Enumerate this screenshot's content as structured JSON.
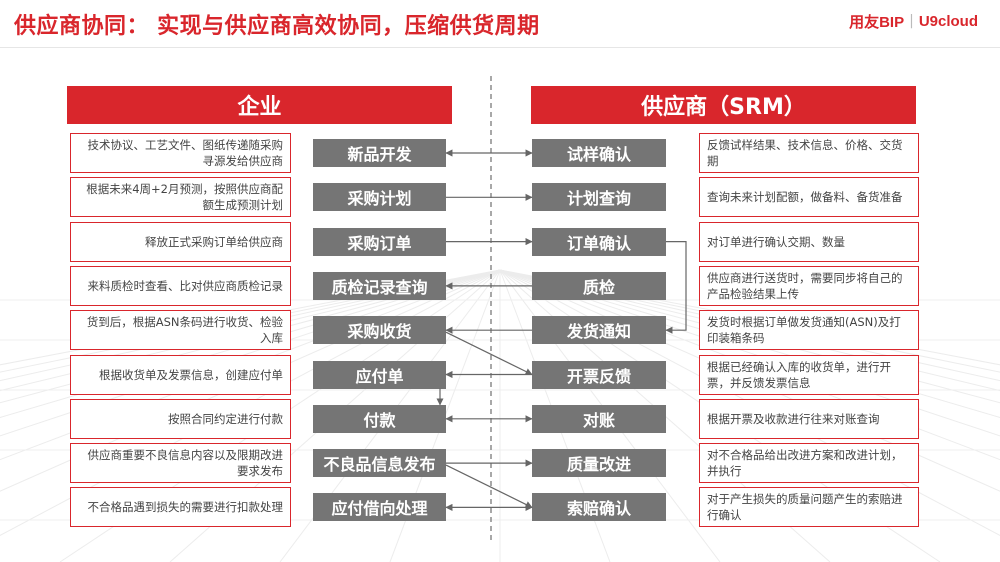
{
  "title": "供应商协同： 实现与供应商高效协同，压缩供货周期",
  "brand": {
    "name1": "用友BIP",
    "separator": "|",
    "name2": "U9cloud"
  },
  "colors": {
    "accent": "#d9262c",
    "process_fill": "#757575"
  },
  "left_header": "企业",
  "right_header": "供应商（SRM）",
  "rows": [
    {
      "left_desc": "技术协议、工艺文件、图纸传递随采购寻源发给供应商",
      "left_proc": "新品开发",
      "right_proc": "试样确认",
      "right_desc": "反馈试样结果、技术信息、价格、交货期"
    },
    {
      "left_desc": "根据未来4周+2月预测，按照供应商配额生成预测计划",
      "left_proc": "采购计划",
      "right_proc": "计划查询",
      "right_desc": "查询未来计划配额，做备料、备货准备"
    },
    {
      "left_desc": "释放正式采购订单给供应商",
      "left_proc": "采购订单",
      "right_proc": "订单确认",
      "right_desc": "对订单进行确认交期、数量"
    },
    {
      "left_desc": "来料质检时查看、比对供应商质检记录",
      "left_proc": "质检记录查询",
      "right_proc": "质检",
      "right_desc": "供应商进行送货时，需要同步将自己的产品检验结果上传"
    },
    {
      "left_desc": "货到后，根据ASN条码进行收货、检验入库",
      "left_proc": "采购收货",
      "right_proc": "发货通知",
      "right_desc": "发货时根据订单做发货通知(ASN)及打印装箱条码"
    },
    {
      "left_desc": "根据收货单及发票信息，创建应付单",
      "left_proc": "应付单",
      "right_proc": "开票反馈",
      "right_desc": "根据已经确认入库的收货单，进行开票，并反馈发票信息"
    },
    {
      "left_desc": "按照合同约定进行付款",
      "left_proc": "付款",
      "right_proc": "对账",
      "right_desc": "根据开票及收款进行往来对账查询"
    },
    {
      "left_desc": "供应商重要不良信息内容以及限期改进要求发布",
      "left_proc": "不良品信息发布",
      "right_proc": "质量改进",
      "right_desc": "对不合格品给出改进方案和改进计划，并执行"
    },
    {
      "left_desc": "不合格品遇到损失的需要进行扣款处理",
      "left_proc": "应付借向处理",
      "right_proc": "索赔确认",
      "right_desc": "对于产生损失的质量问题产生的索赔进行确认"
    }
  ]
}
